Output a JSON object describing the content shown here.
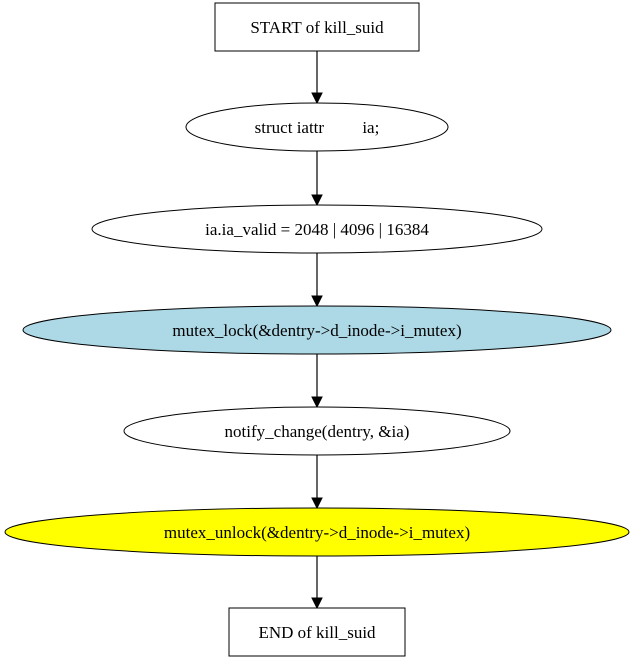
{
  "diagram": {
    "nodes": [
      {
        "id": "start",
        "shape": "box",
        "label": "START of kill_suid",
        "fill": "#ffffff"
      },
      {
        "id": "decl",
        "shape": "ellipse",
        "label": "struct iattr         ia;",
        "fill": "#ffffff"
      },
      {
        "id": "assign",
        "shape": "ellipse",
        "label": "ia.ia_valid = 2048 | 4096 | 16384",
        "fill": "#ffffff"
      },
      {
        "id": "lock",
        "shape": "ellipse",
        "label": "mutex_lock(&dentry->d_inode->i_mutex)",
        "fill": "#add8e6"
      },
      {
        "id": "notify",
        "shape": "ellipse",
        "label": "notify_change(dentry, &ia)",
        "fill": "#ffffff"
      },
      {
        "id": "unlock",
        "shape": "ellipse",
        "label": "mutex_unlock(&dentry->d_inode->i_mutex)",
        "fill": "#ffff00"
      },
      {
        "id": "end",
        "shape": "box",
        "label": "END of kill_suid",
        "fill": "#ffffff"
      }
    ],
    "edges": [
      {
        "from": "start",
        "to": "decl"
      },
      {
        "from": "decl",
        "to": "assign"
      },
      {
        "from": "assign",
        "to": "lock"
      },
      {
        "from": "lock",
        "to": "notify"
      },
      {
        "from": "notify",
        "to": "unlock"
      },
      {
        "from": "unlock",
        "to": "end"
      }
    ]
  }
}
